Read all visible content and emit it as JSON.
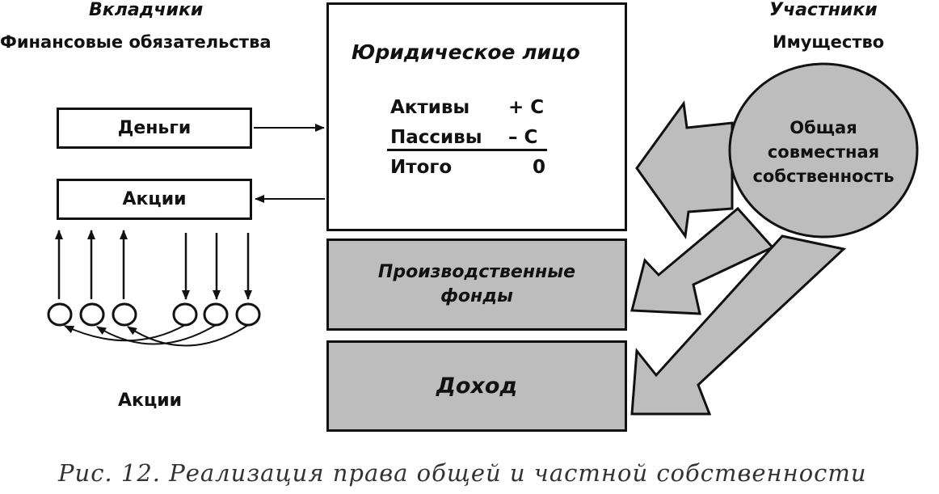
{
  "left_header": {
    "title": "Вкладчики",
    "subtitle": "Финансовые обязательства"
  },
  "right_header": {
    "title": "Участники",
    "subtitle": "Имущество"
  },
  "left_boxes": {
    "money": "Деньги",
    "shares": "Акции"
  },
  "shares_caption": "Акции",
  "legal_entity": {
    "title": "Юридическое лицо",
    "rows": [
      {
        "label": "Активы",
        "value": "+ С"
      },
      {
        "label": "Пассивы",
        "value": "– С"
      },
      {
        "label": "Итого",
        "value": "0"
      }
    ]
  },
  "production_funds": {
    "line1": "Производственные",
    "line2": "фонды"
  },
  "income": "Доход",
  "ellipse": {
    "line1": "Общая",
    "line2": "совместная",
    "line3": "собственность"
  },
  "caption": "Рис. 12. Реализация права общей и частной собственности",
  "colors": {
    "gray_fill": "#bdbdbd",
    "stroke": "#111111"
  }
}
